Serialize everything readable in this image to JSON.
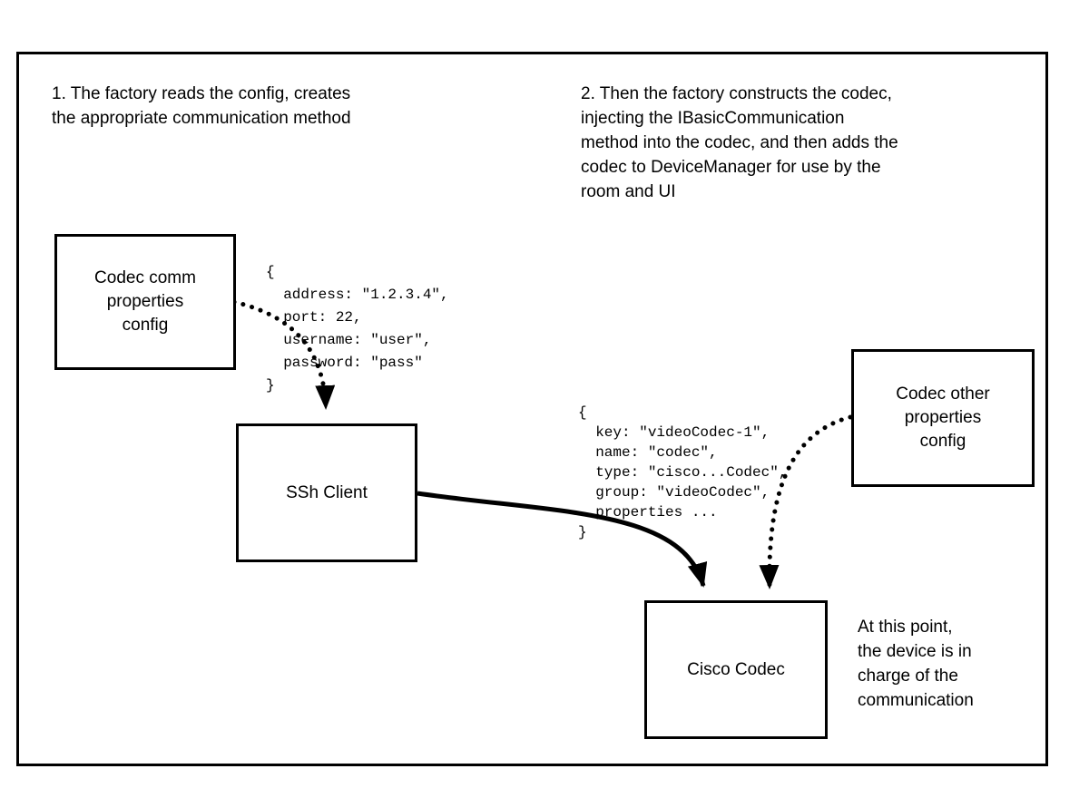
{
  "diagram": {
    "notes": {
      "step1": "1. The factory reads the config, creates\nthe appropriate communication method",
      "step2": "2. Then the factory constructs the codec,\ninjecting the IBasicCommunication\nmethod into the codec, and then adds the\ncodec to DeviceManager for use by the\nroom and UI",
      "endpoint": "At this point,\nthe device is in\ncharge of the\ncommunication"
    },
    "boxes": {
      "codec_comm_config": "Codec comm\nproperties\nconfig",
      "ssh_client": "SSh Client",
      "codec_other_config": "Codec other\nproperties\nconfig",
      "cisco_codec": "Cisco Codec"
    },
    "code_snippets": {
      "comm_properties": "{\n  address: \"1.2.3.4\",\n  port: 22,\n  username: \"user\",\n  password: \"pass\"\n}",
      "codec_properties": "{\n  key: \"videoCodec-1\",\n  name: \"codec\",\n  type: \"cisco...Codec\",\n  group: \"videoCodec\",\n  properties ...\n}"
    },
    "colors": {
      "stroke": "#000000",
      "background": "#ffffff"
    }
  }
}
